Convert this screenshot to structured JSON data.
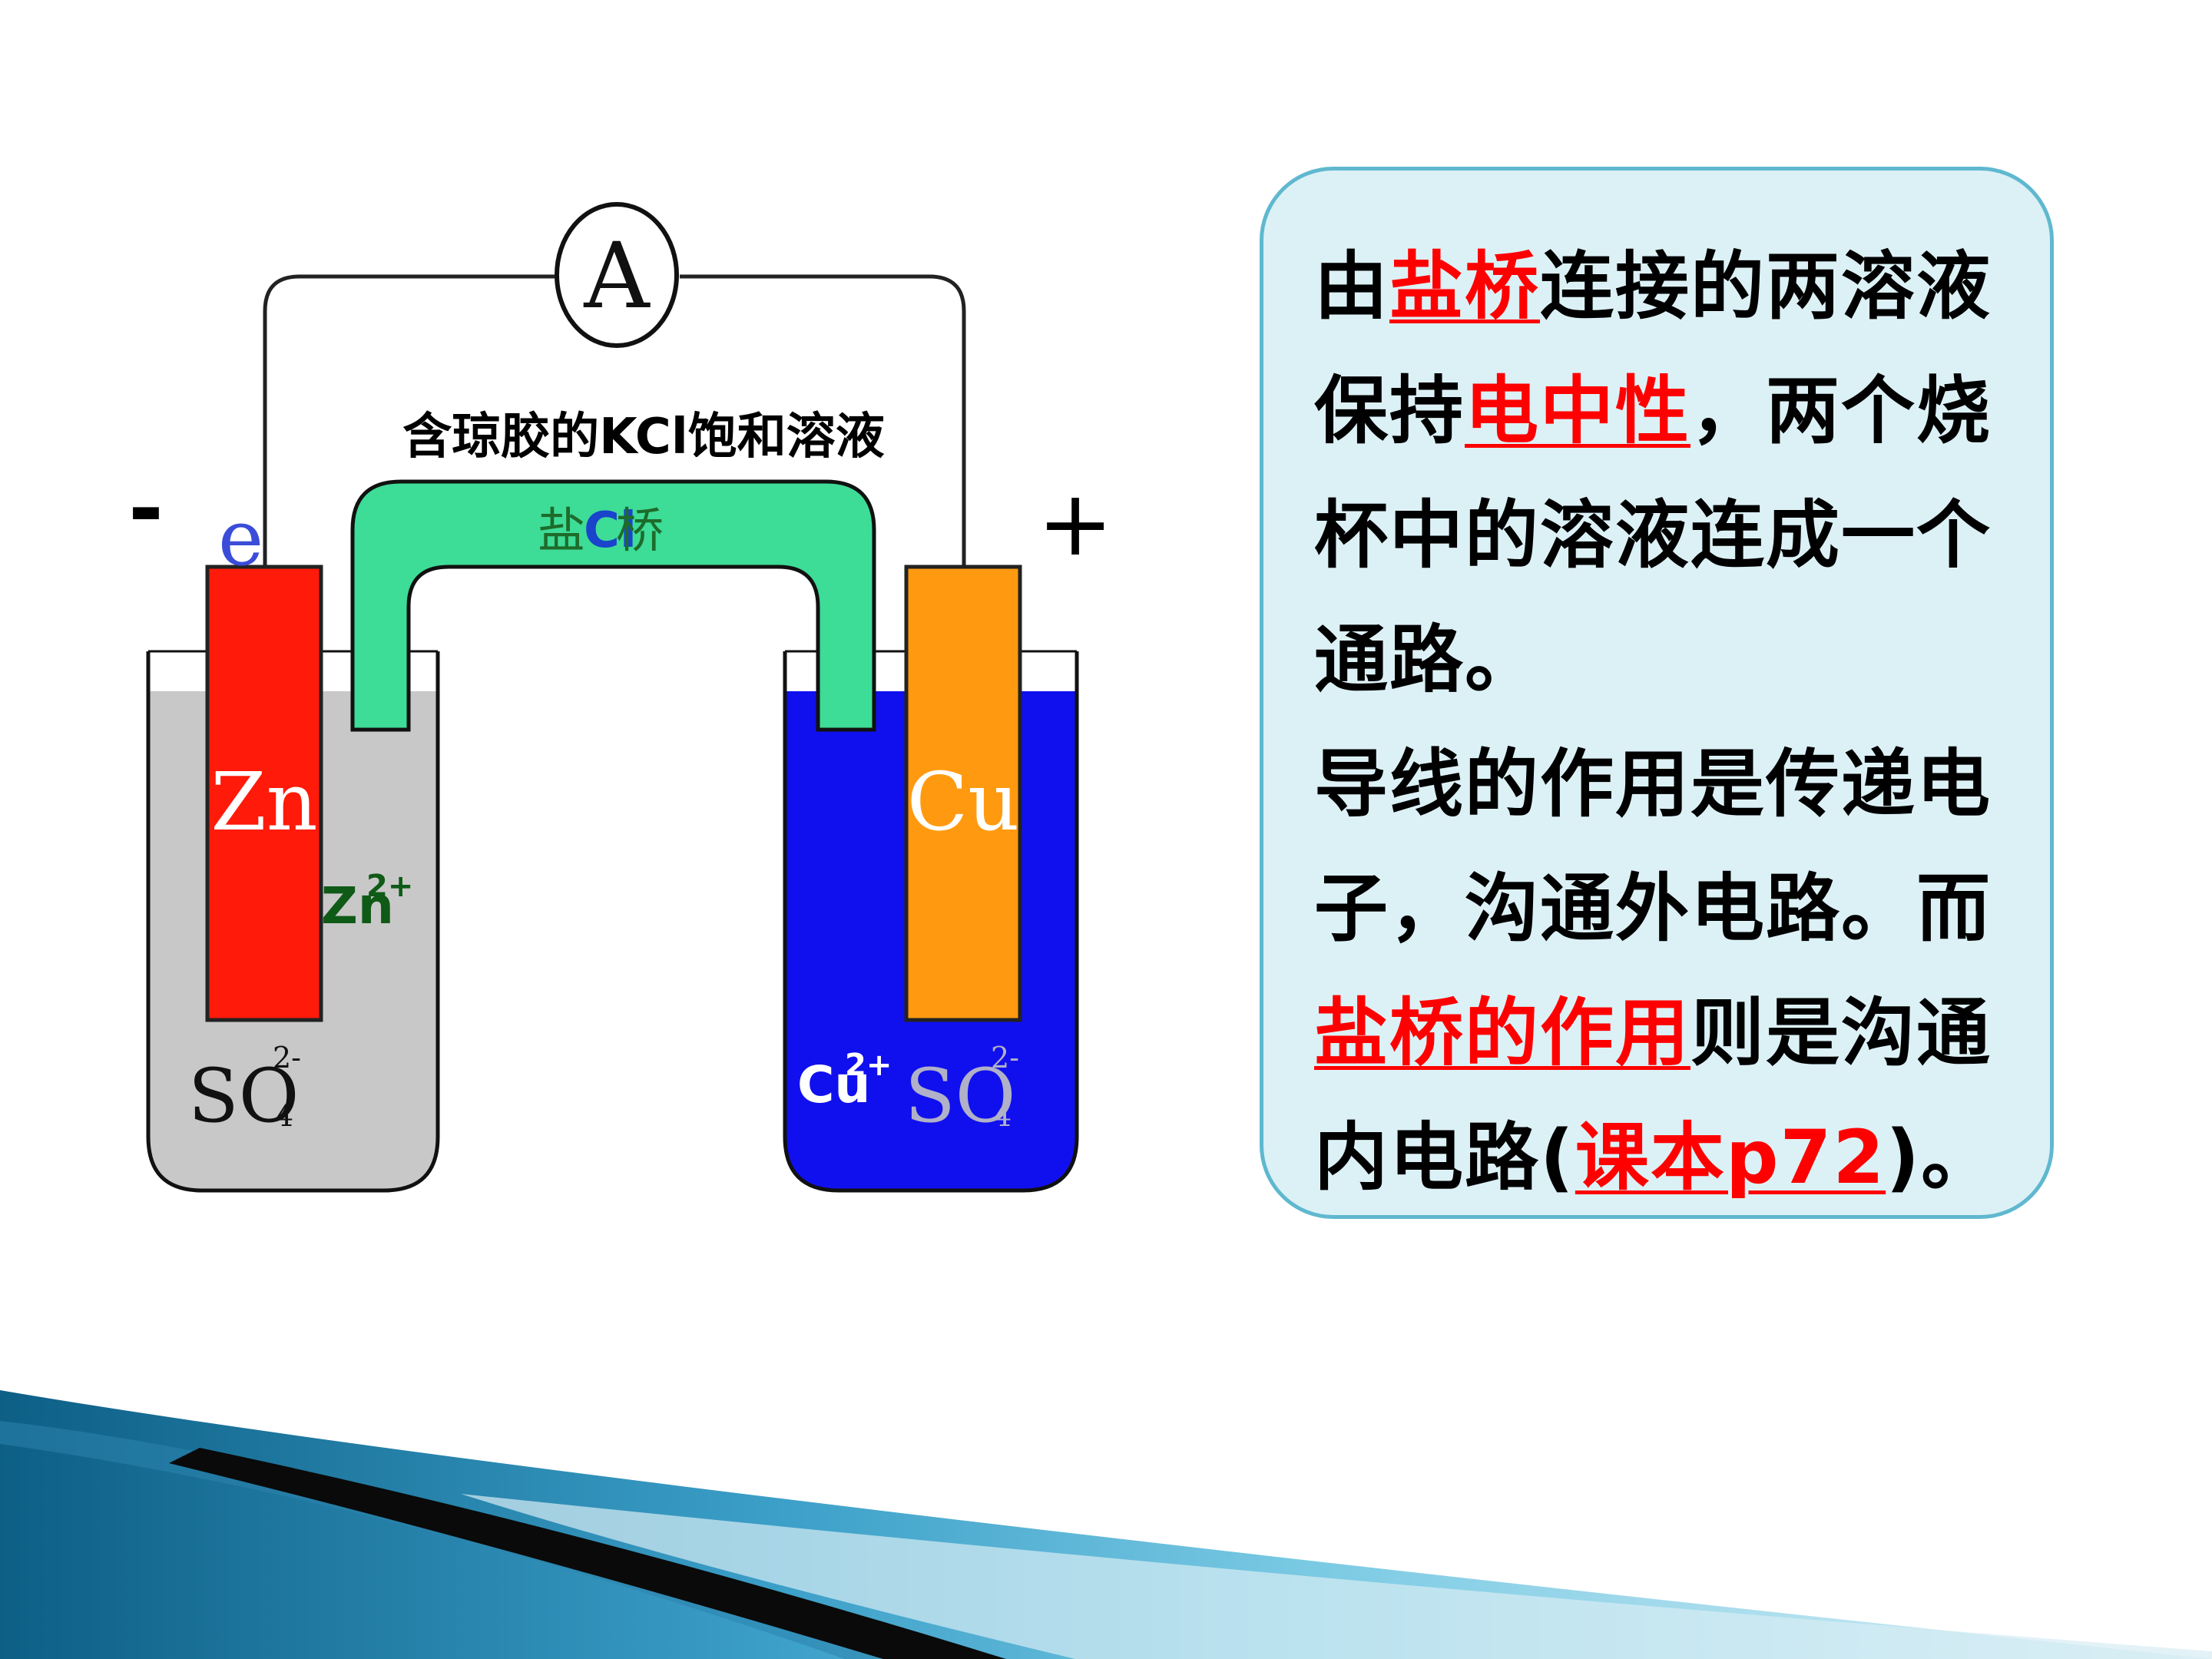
{
  "diagram": {
    "ammeter_label": "A",
    "bridge_caption": "含琼胶的KCl饱和溶液",
    "bridge_label_a": "盐",
    "bridge_label_b": "Cl",
    "bridge_label_c": "桥",
    "negative_sign": "-",
    "positive_sign": "+",
    "electron_label": "e",
    "zn_electrode": "Zn",
    "cu_electrode": "Cu",
    "zn_ion": "Zn",
    "zn_ion_charge": "2+",
    "cu_ion": "Cu",
    "cu_ion_charge": "2+",
    "sulfate_left": "SO",
    "sulfate_left_sub": "4",
    "sulfate_left_charge": "2-",
    "sulfate_right": "SO",
    "sulfate_right_sub": "4",
    "sulfate_right_charge": "2-"
  },
  "colors": {
    "zinc": "#ff1a0a",
    "copper": "#ff9a10",
    "salt_bridge": "#3ddc97",
    "znso4_solution": "#c8c8c8",
    "cuso4_solution": "#1010ee",
    "textbox_bg": "#dcf1f6",
    "textbox_border": "#5fb8cf",
    "highlight": "#ff0000"
  },
  "explanation": {
    "line1_a": "由",
    "line1_hl": "盐桥",
    "line1_b": "连接的两溶液",
    "line2_a": "保持",
    "line2_hl": "电中性",
    "line2_b": "，两个烧",
    "line3": "杯中的溶液连成一个",
    "line4": "通路。",
    "line5": "导线的作用是传递电",
    "line6": "子，沟通外电路。而",
    "line7_hl": "盐桥的作用",
    "line7_b": "则是沟通",
    "line8_a": "内电路(",
    "line8_hl": "课本p72",
    "line8_b": ")。"
  }
}
